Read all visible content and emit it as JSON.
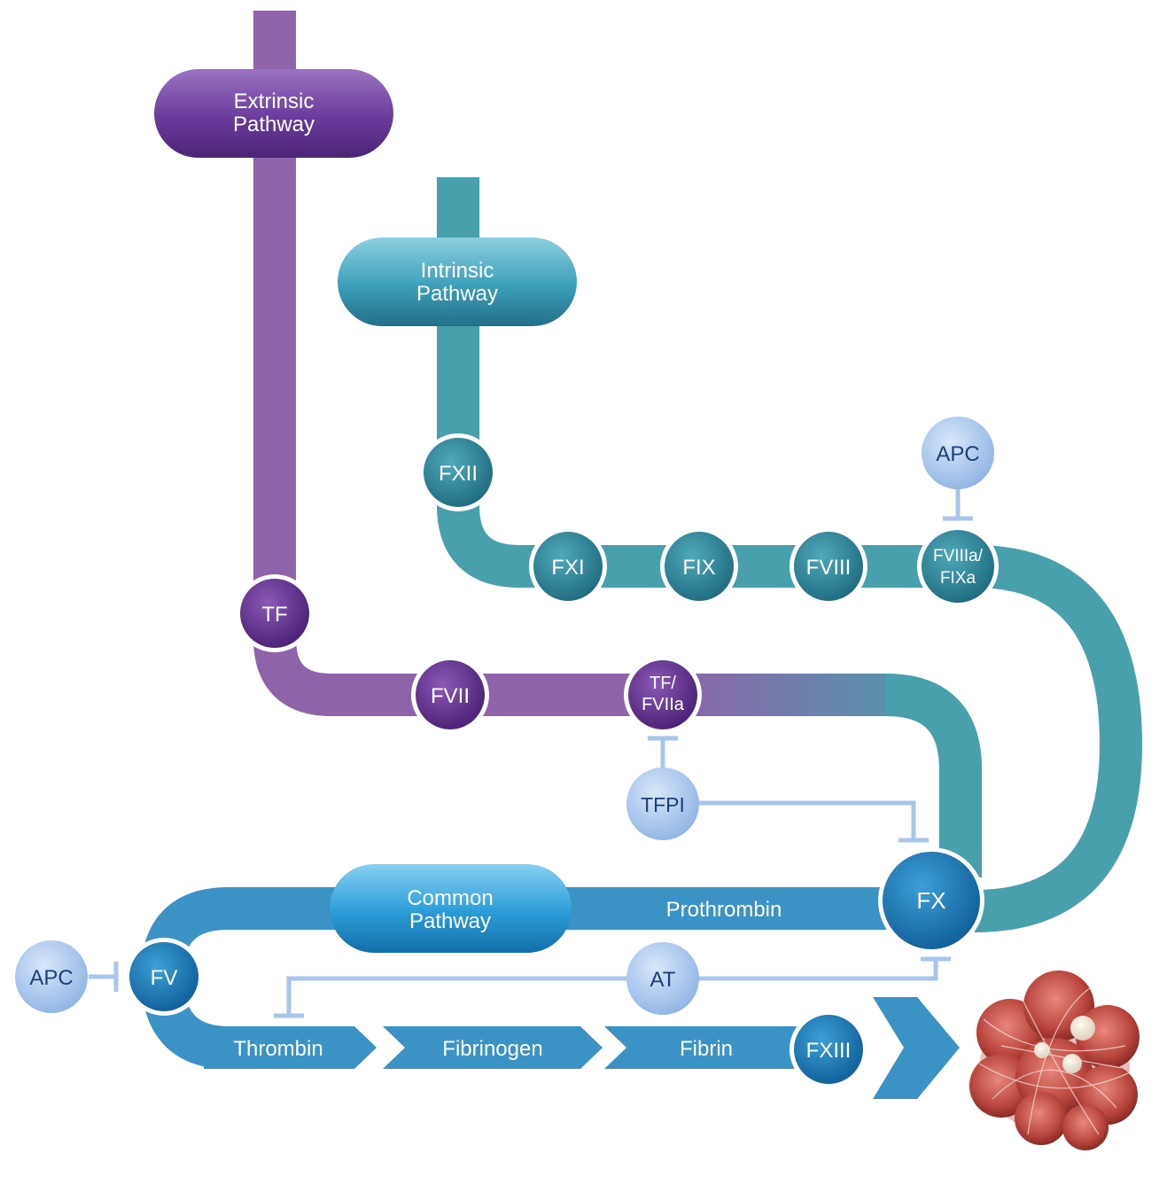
{
  "pathways": {
    "extrinsic": {
      "line1": "Extrinsic",
      "line2": "Pathway"
    },
    "intrinsic": {
      "line1": "Intrinsic",
      "line2": "Pathway"
    },
    "common": {
      "line1": "Common",
      "line2": "Pathway"
    }
  },
  "factors": {
    "tf": "TF",
    "fvii": "FVII",
    "tf_fviia_line1": "TF/",
    "tf_fviia_line2": "FVIIa",
    "fxii": "FXII",
    "fxi": "FXI",
    "fix": "FIX",
    "fviii": "FVIII",
    "fviiia_fixa_line1": "FVIIIa/",
    "fviiia_fixa_line2": "FIXa",
    "fx": "FX",
    "fv": "FV",
    "fxiii": "FXIII"
  },
  "inhibitors": {
    "apc_top": "APC",
    "apc_left": "APC",
    "tfpi": "TFPI",
    "at": "AT"
  },
  "products": {
    "prothrombin": "Prothrombin",
    "thrombin": "Thrombin",
    "fibrinogen": "Fibrinogen",
    "fibrin": "Fibrin"
  },
  "colors": {
    "extrinsic": "#8e63aa",
    "extrinsic_dark": "#5a2f86",
    "intrinsic": "#48a0ac",
    "intrinsic_dark": "#2c7d8f",
    "common": "#3a93c4",
    "common_dark": "#1a6ea8",
    "inhibitor": "#a9c6ea",
    "inhibitor_text": "#1b3f7a"
  }
}
